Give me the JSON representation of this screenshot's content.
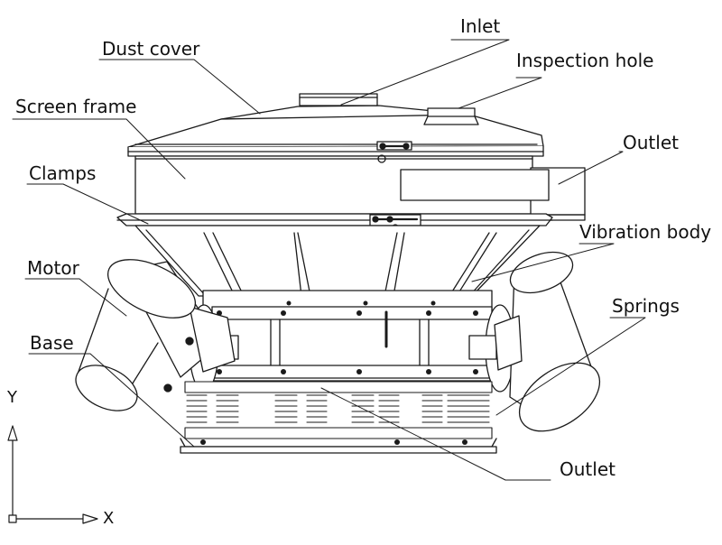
{
  "labels": {
    "inlet": "Inlet",
    "dust_cover": "Dust cover",
    "inspection_hole": "Inspection hole",
    "screen_frame": "Screen frame",
    "outlet_top": "Outlet",
    "clamps": "Clamps",
    "vibration_body": "Vibration body",
    "motor": "Motor",
    "springs": "Springs",
    "base": "Base",
    "outlet_bottom": "Outlet"
  },
  "axes": {
    "y": "Y",
    "x": "X"
  },
  "colors": {
    "line": "#1a1a1a",
    "background": "#ffffff"
  }
}
